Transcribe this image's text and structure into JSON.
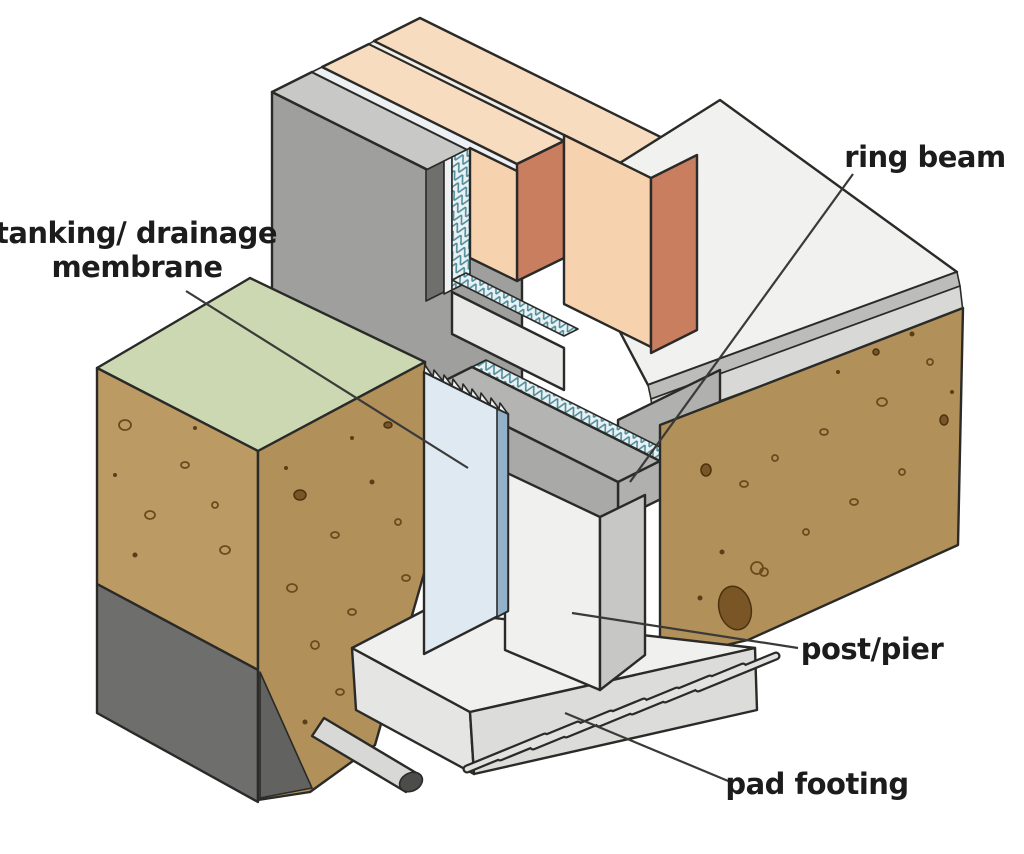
{
  "diagram": {
    "title": "Basement foundation construction detail (isometric cutaway)",
    "type": "technical illustration",
    "labels": {
      "tanking": {
        "line1": "tanking/ drainage",
        "line2": "membrane"
      },
      "ring_beam": {
        "text": "ring beam"
      },
      "post_pier": {
        "text": "post/pier"
      },
      "pad_footing": {
        "text": "pad footing"
      }
    },
    "components": [
      "excavated soil block with grass top",
      "subsoil dark band",
      "rendered blockwork wall",
      "wall membrane layer",
      "hatched cavity insulation",
      "inner wall panels with terracotta edges",
      "ground floor slab",
      "ring beam",
      "post/pier",
      "pad footing",
      "starter bar dowels",
      "tanking/drainage membrane sheet",
      "drainage pipe"
    ],
    "colors": {
      "wall_face": "#9f9f9d",
      "wall_top": "#c8c8c6",
      "white_layer": "#eef1f3",
      "peach_top": "#f8dcc0",
      "peach_face": "#f6d3ae",
      "gap_layer": "#f2eee7",
      "terracotta": "#c97e60",
      "notch_shadow": "#6f6f6d",
      "panel_white": "#e9e9e7",
      "beam_gray": "#b4b4b2",
      "beam_gray_dark": "#a9a9a7",
      "beam_gray_ne": "#b0b0ae",
      "slab_top": "#f1f1ef",
      "slab_edge1": "#bcbcba",
      "slab_edge2": "#d8d8d6",
      "soil": "#b2905a",
      "soil_light": "#bb9a64",
      "soil_dark": "#6e6e6c",
      "soil_darker": "#626260",
      "grass": "#ccd8b2",
      "membrane_blue": "#dfe9f2",
      "membrane_edge": "#93b2c9",
      "membrane_teeth": "#eef3f7",
      "post_white": "#f0f0ee",
      "post_side": "#c7c7c5",
      "footing_top": "#f0f0ee",
      "footing_front": "#dcdcda",
      "footing_end": "#e5e5e3",
      "pipe": "#d8d8d6",
      "pipe_cap": "#4c4c4a",
      "insulation_teal": "#4f8d9d",
      "outline": "#2a2a28",
      "label_text": "#1c1c1c"
    }
  }
}
